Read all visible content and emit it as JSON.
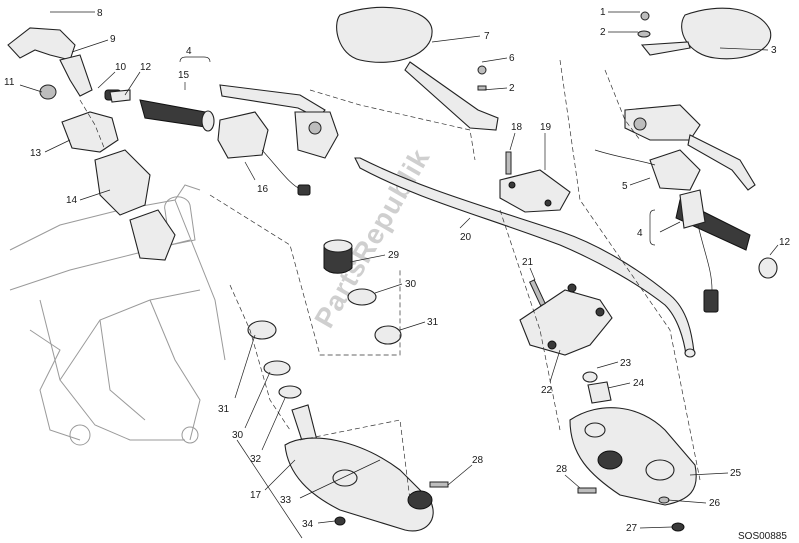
{
  "watermark": "PartsRepublik",
  "reference_code": "SOS00885",
  "callouts": {
    "c8": "8",
    "c9": "9",
    "c11": "11",
    "c10": "10",
    "c12a": "12",
    "c4a": "4",
    "c15": "15",
    "c13": "13",
    "c14": "14",
    "c16": "16",
    "c7": "7",
    "c6": "6",
    "c2a": "2",
    "c18": "18",
    "c19": "19",
    "c20": "20",
    "c29": "29",
    "c30a": "30",
    "c31a": "31",
    "c21": "21",
    "c1": "1",
    "c2b": "2",
    "c3": "3",
    "c5": "5",
    "c4b": "4",
    "c12b": "12",
    "c23": "23",
    "c24": "24",
    "c22": "22",
    "c25": "25",
    "c26": "26",
    "c27": "27",
    "c28a": "28",
    "c28b": "28",
    "c31b": "31",
    "c30b": "30",
    "c32": "32",
    "c17": "17",
    "c33": "33",
    "c34": "34"
  }
}
